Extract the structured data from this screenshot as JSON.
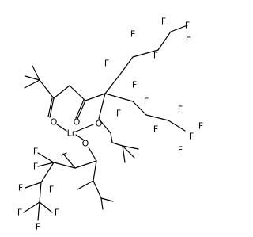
{
  "molecule": {
    "metal": "Lr",
    "oxygen": "O",
    "fluorine": "F",
    "colors": {
      "bond": "#000000",
      "text": "#000000",
      "background": "#ffffff"
    }
  }
}
